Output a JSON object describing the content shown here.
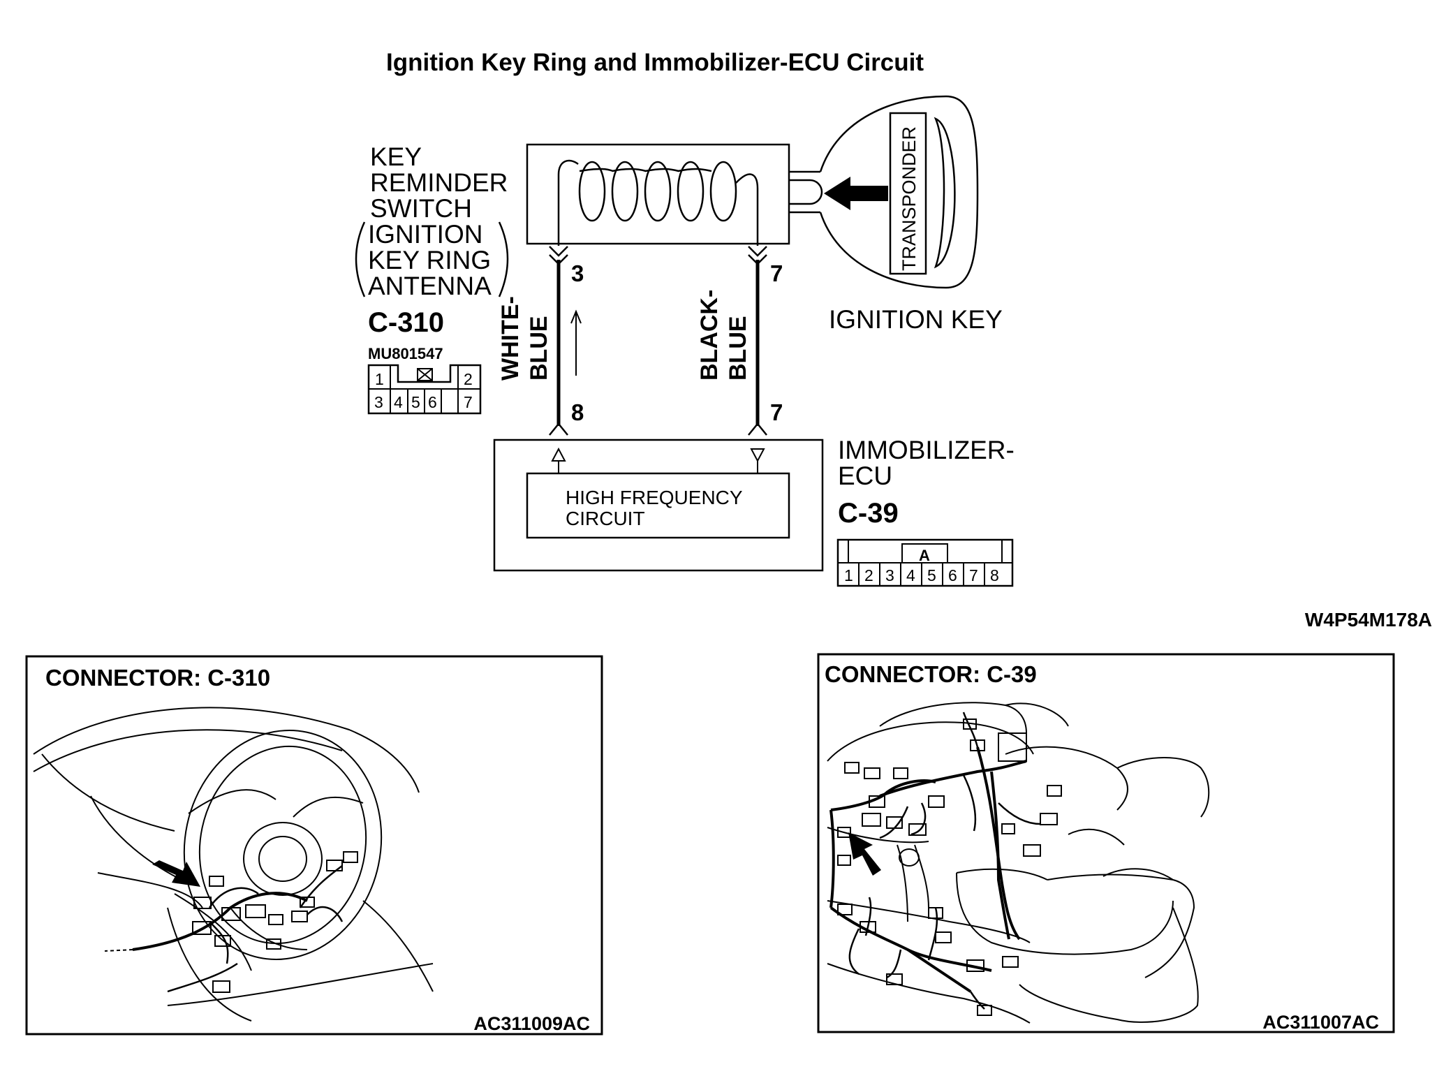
{
  "title": "Ignition Key Ring and Immobilizer-ECU Circuit",
  "key_switch": {
    "label_lines": [
      "KEY",
      "REMINDER",
      "SWITCH",
      "IGNITION",
      "KEY RING",
      "ANTENNA"
    ],
    "connector_id": "C-310",
    "part_number": "MU801547",
    "pins_top": [
      "1",
      "2"
    ],
    "pins_bottom": [
      "3",
      "4",
      "5",
      "6",
      "7"
    ]
  },
  "ignition_key": {
    "label": "IGNITION KEY",
    "transponder_label": "TRANSPONDER"
  },
  "wires": [
    {
      "color_label_1": "WHITE-",
      "color_label_2": "BLUE",
      "pin_top": "3",
      "pin_bottom": "8"
    },
    {
      "color_label_1": "BLACK-",
      "color_label_2": "BLUE",
      "pin_top": "7",
      "pin_bottom": "7"
    }
  ],
  "ecu": {
    "label_line1": "IMMOBILIZER-",
    "label_line2": "ECU",
    "connector_id": "C-39",
    "inner_line1": "HIGH FREQUENCY",
    "inner_line2": "CIRCUIT",
    "connector_tab": "A",
    "pins": [
      "1",
      "2",
      "3",
      "4",
      "5",
      "6",
      "7",
      "8"
    ]
  },
  "diagram_code": "W4P54M178A",
  "panels": [
    {
      "title": "CONNECTOR: C-310",
      "code": "AC311009AC"
    },
    {
      "title": "CONNECTOR: C-39",
      "code": "AC311007AC"
    }
  ]
}
